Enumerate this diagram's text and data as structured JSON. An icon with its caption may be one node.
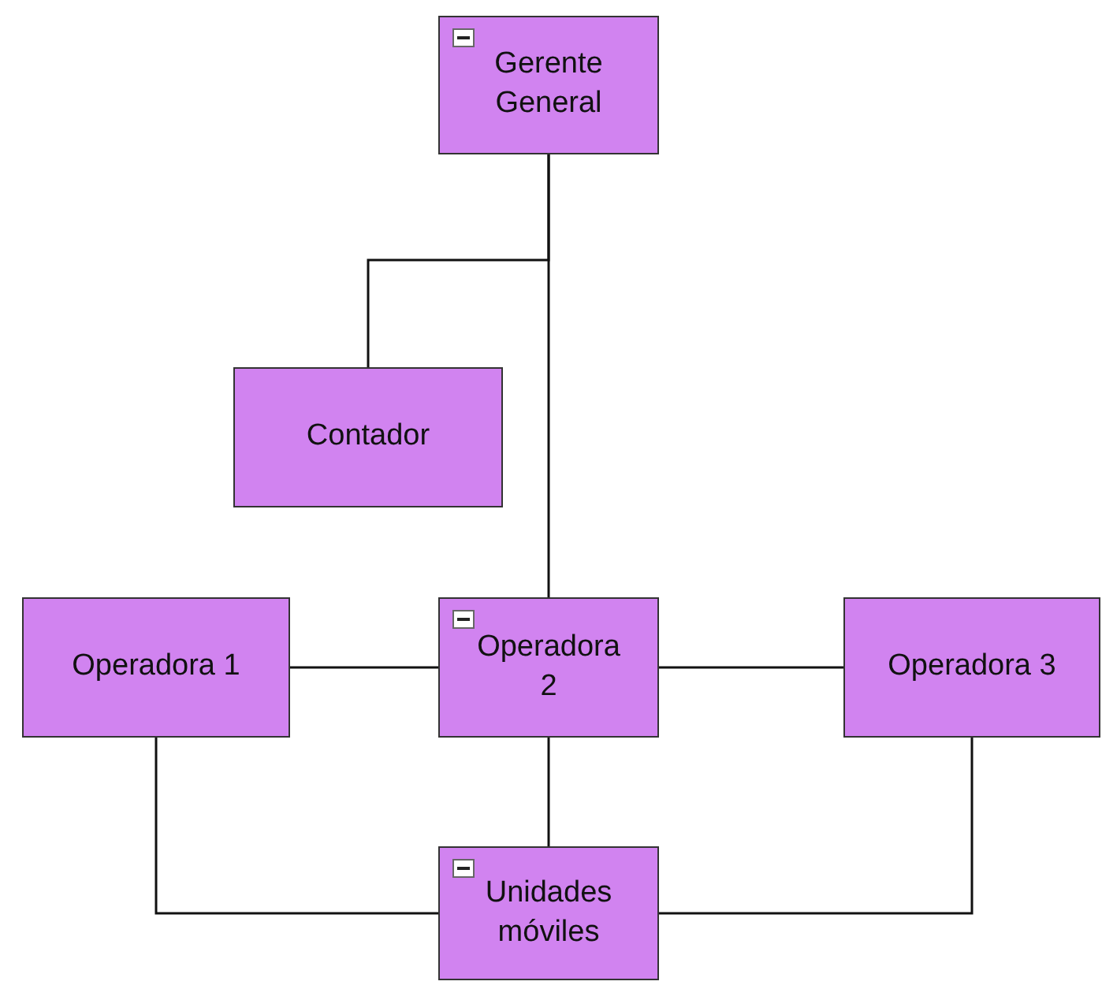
{
  "diagram": {
    "nodes": [
      {
        "text": [
          "Gerente General"
        ]
      },
      {
        "text": [
          "Contador"
        ]
      },
      {
        "text": [
          "Operadora 1"
        ]
      },
      {
        "text": [
          "Operadora 2"
        ]
      },
      {
        "text": [
          "Operadora 3"
        ]
      },
      {
        "text": [
          "Unidades móviles"
        ]
      }
    ],
    "edges": [
      {
        "from": 0,
        "to": 1,
        "arrow": "none"
      },
      {
        "from": 0,
        "to": 3,
        "arrow": "none"
      },
      {
        "from": 2,
        "to": 3,
        "arrow": "none"
      },
      {
        "from": 3,
        "to": 4,
        "arrow": "none"
      },
      {
        "from": 3,
        "to": 5,
        "arrow": "none"
      },
      {
        "from": 2,
        "to": 5,
        "arrow": "none"
      },
      {
        "from": 4,
        "to": 5,
        "arrow": "none"
      }
    ]
  }
}
